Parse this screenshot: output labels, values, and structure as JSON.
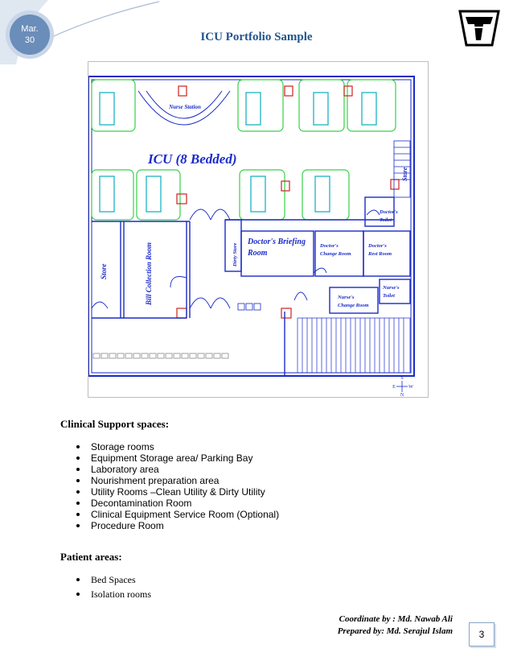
{
  "header": {
    "date_month": "Mar.",
    "date_day": "30",
    "title": "ICU Portfolio Sample"
  },
  "floor_plan": {
    "title": "ICU (8 Bedded)",
    "rooms": {
      "nurse_station": "Nurse Station",
      "store_left": "Store",
      "bill_collection": "Bill Collection Room",
      "dirty_store": "Dirty Store",
      "doctors_briefing": [
        "Doctor's Briefing",
        "Room"
      ],
      "doctors_change": [
        "Doctor's",
        "Change Room"
      ],
      "doctors_rest": [
        "Doctor's",
        "Rest Room"
      ],
      "doctors_toilet": [
        "Doctor's",
        "Toilet"
      ],
      "nurses_toilet": [
        "Nurse's",
        "Toilet"
      ],
      "nurses_change": [
        "Nurse's",
        "Change Room"
      ],
      "store_right": "Store"
    },
    "compass": {
      "north": "N",
      "south": "S",
      "east": "E",
      "west": "W"
    }
  },
  "sections": [
    {
      "heading": "Clinical Support spaces:",
      "items": [
        "Storage rooms",
        "Equipment Storage area/ Parking Bay",
        "Laboratory area",
        "Nourishment preparation area",
        "Utility Rooms –Clean Utility & Dirty Utility",
        "Decontamination Room",
        "Clinical Equipment Service Room (Optional)",
        "Procedure Room"
      ]
    },
    {
      "heading": "Patient areas:",
      "items": [
        "Bed Spaces",
        "Isolation rooms"
      ]
    }
  ],
  "footer": {
    "coordinator": "Coordinate by : Md. Nawab Ali",
    "preparer": "Prepared by: Md. Serajul Islam",
    "page_number": "3"
  },
  "colors": {
    "plan_blue": "#1a2ac8",
    "bed_cyan": "#19b3c2",
    "cubicle_green": "#37d04a",
    "accent_red": "#d02020",
    "title_blue": "#24558c",
    "badge_blue": "#6a8db9"
  }
}
